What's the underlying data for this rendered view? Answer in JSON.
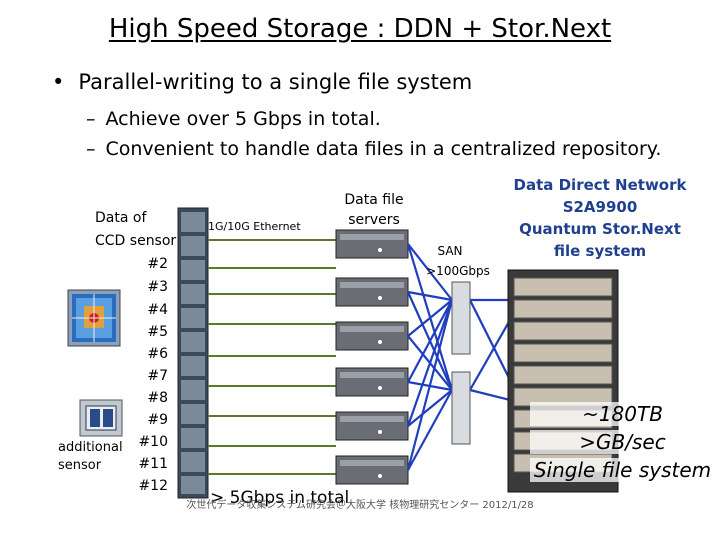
{
  "title": "High Speed Storage : DDN + Stor.Next",
  "bullets": {
    "main": "Parallel-writing to a single file system",
    "sub": [
      "Achieve over 5 Gbps in total.",
      "Convenient to handle data files in a centralized repository."
    ]
  },
  "labels": {
    "data_of": "Data of",
    "ccd_sensor": "CCD sensor",
    "additional": "additional",
    "sensor": "sensor",
    "ethernet": "1G/10G Ethernet",
    "servers_line1": "Data file",
    "servers_line2": "servers",
    "san_line1": "SAN",
    "san_line2": ">100Gbps",
    "ddn_lines": [
      "Data Direct Network",
      "S2A9900",
      "Quantum Stor.Next",
      "file system"
    ],
    "storage_lines": [
      "~180TB",
      ">GB/sec",
      "Single file system"
    ],
    "total": "> 5Gbps in total",
    "footer": "次世代データ収集システム研究会＠大阪大学 核物理研究センター 2012/1/28"
  },
  "sensor_numbers": [
    "#2",
    "#3",
    "#4",
    "#5",
    "#6",
    "#7",
    "#8",
    "#9",
    "#10",
    "#11",
    "#12"
  ],
  "colors": {
    "link_green": "#5a7a2a",
    "san_blue": "#1f3fbf",
    "text_blue": "#1f3f8f"
  }
}
